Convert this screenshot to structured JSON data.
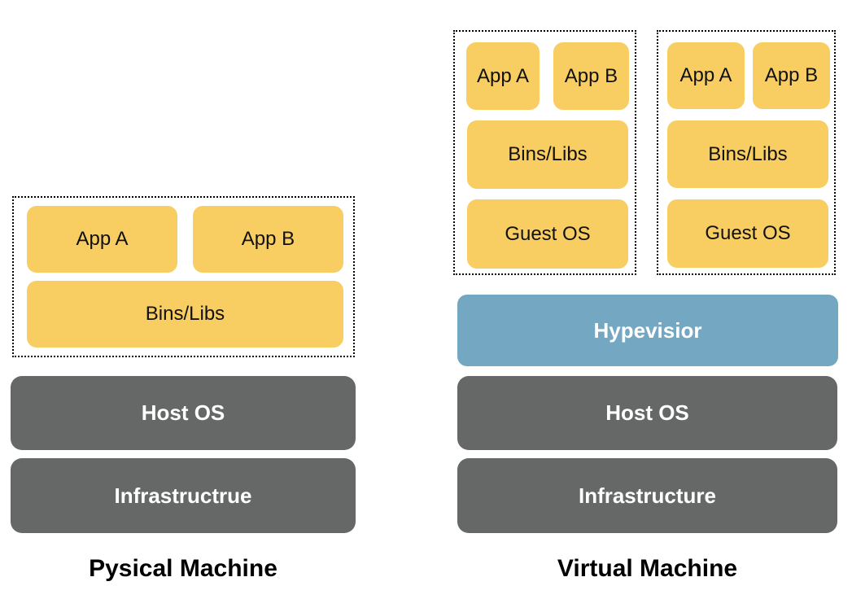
{
  "physical": {
    "title": "Pysical Machine",
    "app_a": "App A",
    "app_b": "App B",
    "bins_libs": "Bins/Libs",
    "host_os": "Host OS",
    "infrastructure": "Infrastructrue"
  },
  "virtual": {
    "title": "Virtual Machine",
    "vms": [
      {
        "app_a": "App A",
        "app_b": "App B",
        "bins_libs": "Bins/Libs",
        "guest_os": "Guest OS"
      },
      {
        "app_a": "App A",
        "app_b": "App B",
        "bins_libs": "Bins/Libs",
        "guest_os": "Guest OS"
      }
    ],
    "hypervisor": "Hypevisior",
    "host_os": "Host OS",
    "infrastructure": "Infrastructure"
  },
  "colors": {
    "app_yellow": "#F8CE63",
    "layer_gray": "#666767",
    "hypervisor_blue": "#74A7C2",
    "dotted_border": "#000000",
    "background": "#ffffff"
  }
}
